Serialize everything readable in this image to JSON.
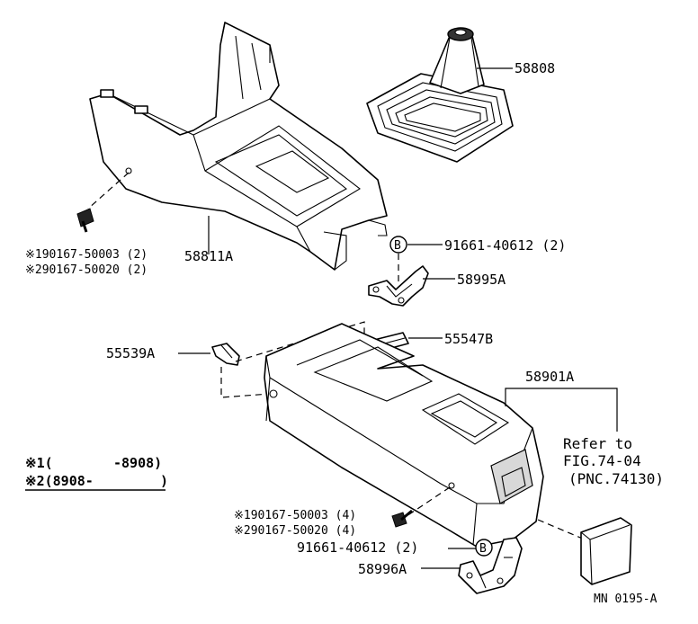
{
  "labels": {
    "boot": "58808",
    "upper_panel": "58811A",
    "screw_upper_1": "※190167-50003 (2)",
    "screw_upper_2": "※290167-50020 (2)",
    "clip_upper": "91661-40612 (2)",
    "bracket_upper": "58995A",
    "clip_left": "55539A",
    "plate": "55547B",
    "console_box": "58901A",
    "screw_lower_1": "※190167-50003 (4)",
    "screw_lower_2": "※290167-50020 (4)",
    "clip_lower": "91661-40612 (2)",
    "bracket_lower": "58996A",
    "callout_b": "B"
  },
  "reference": {
    "line1": "Refer to",
    "line2": "FIG.74-04",
    "line3": "(PNC.74130)"
  },
  "legend": {
    "row1_mark": "※1(",
    "row1_range": "-8908)",
    "row2_mark": "※2(8908-",
    "row2_close": ")"
  },
  "figure_code": "MN 0195-A"
}
